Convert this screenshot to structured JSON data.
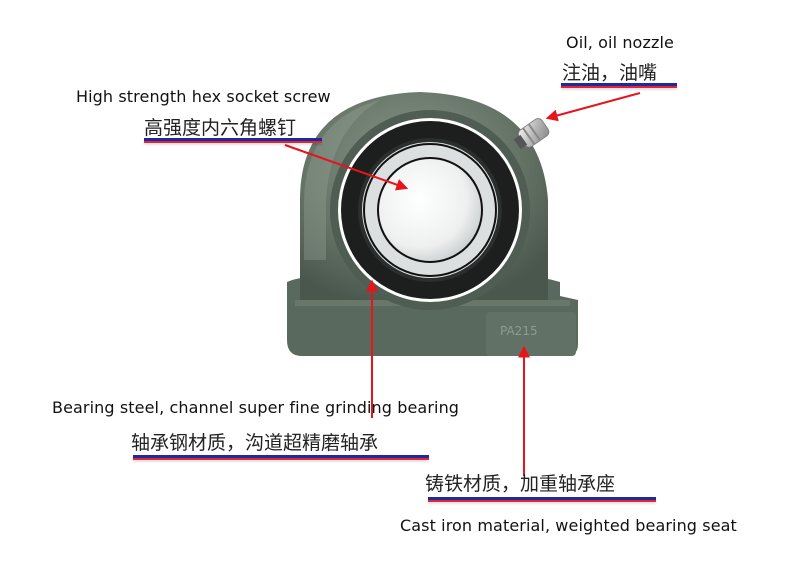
{
  "callouts": [
    {
      "id": "oil-nozzle",
      "en": "Oil, oil nozzle",
      "cn": "注油，油嘴"
    },
    {
      "id": "hex-socket-screw",
      "en": "High strength hex socket screw",
      "cn": "高强度内六角螺钉"
    },
    {
      "id": "bearing-steel",
      "en": "Bearing steel, channel super fine grinding bearing",
      "cn": "轴承钢材质，沟道超精磨轴承"
    },
    {
      "id": "cast-iron-seat",
      "en": "Cast iron material, weighted bearing seat",
      "cn": "铸铁材质，加重轴承座"
    }
  ],
  "product": {
    "casting_mark": "PA215"
  },
  "colors": {
    "arrow": "#e8141c",
    "underline_top": "#1f2a9a",
    "underline_bottom": "#e0243a",
    "housing": "#5f6e62",
    "housing_light": "#7a887c",
    "seal": "#1c1f1e",
    "inner_ring": "#e9ecec"
  }
}
